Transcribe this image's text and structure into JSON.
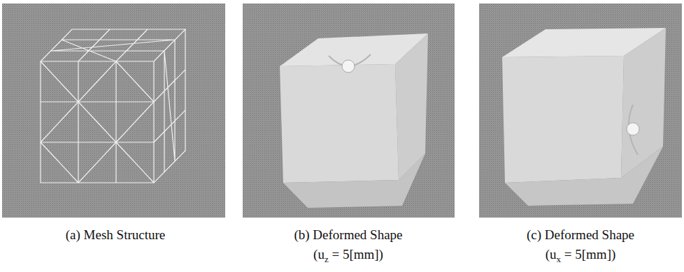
{
  "diagram": {
    "labels": [
      "(a) Mesh Structure",
      "(b) Deformed Shape",
      "(uz = 5[mm])",
      "(c) Deformed Shape",
      "(ux = 5[mm])"
    ]
  }
}
